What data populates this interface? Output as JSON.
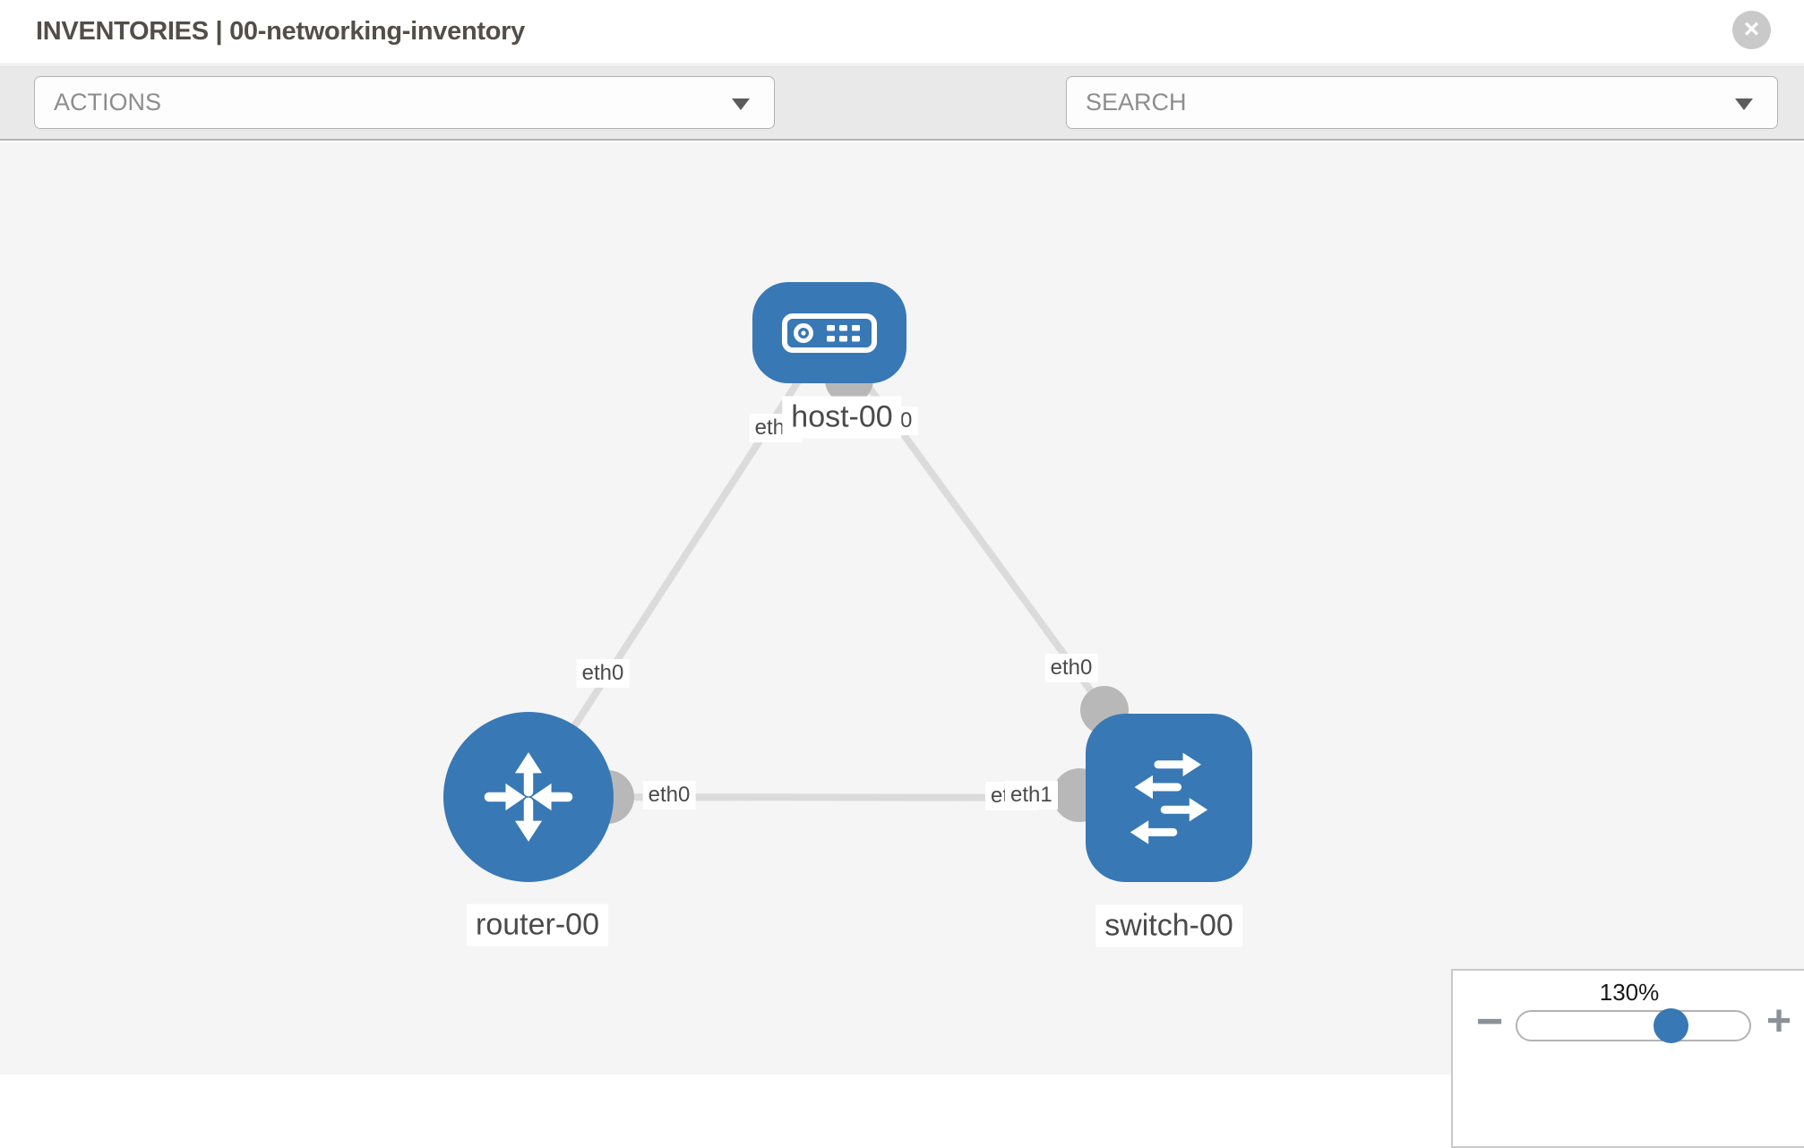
{
  "header": {
    "title": "INVENTORIES | 00-networking-inventory",
    "close_glyph": "×"
  },
  "toolbar": {
    "actions_label": "ACTIONS",
    "search_label": "SEARCH",
    "tools": [
      {
        "name": "wrench-icon"
      },
      {
        "name": "key-icon"
      }
    ]
  },
  "diagram": {
    "nodes": [
      {
        "id": "host-00",
        "label": "host-00",
        "type": "host",
        "icon": "server-icon"
      },
      {
        "id": "router-00",
        "label": "router-00",
        "type": "router",
        "icon": "router-arrows-icon"
      },
      {
        "id": "switch-00",
        "label": "switch-00",
        "type": "switch",
        "icon": "switch-arrows-icon"
      }
    ],
    "links": [
      {
        "source": "host-00",
        "source_port": "eth0",
        "target": "router-00",
        "target_port": "eth0"
      },
      {
        "source": "host-00",
        "source_port": "eth0",
        "target": "switch-00",
        "target_port": "eth0"
      },
      {
        "source": "router-00",
        "source_port": "eth0",
        "target": "switch-00",
        "target_port": "eth1",
        "overlapped_label": "eth0"
      }
    ]
  },
  "zoom": {
    "level": "130%",
    "minus_glyph": "−",
    "plus_glyph": "+"
  },
  "colors": {
    "node_blue": "#3878b5",
    "link_gray": "#dbdbdb",
    "connector_gray": "#b8b8b8",
    "canvas_bg": "#f5f5f5",
    "toolbar_bg": "#e9e9e9"
  }
}
